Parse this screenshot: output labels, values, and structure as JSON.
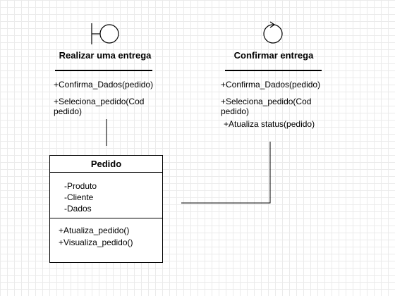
{
  "boundary": {
    "title": "Realizar uma entrega",
    "methods": [
      "+Confirma_Dados(pedido)",
      "+Seleciona_pedido(Cod pedido)"
    ]
  },
  "control": {
    "title": "Confirmar entrega",
    "methods": [
      "+Confirma_Dados(pedido)",
      "+Seleciona_pedido(Cod pedido)",
      "+Atualiza status(pedido)"
    ]
  },
  "pedido_class": {
    "name": "Pedido",
    "attributes": [
      "-Produto",
      "-Cliente",
      "-Dados"
    ],
    "operations": [
      "+Atualiza_pedido()",
      "+Visualiza_pedido()"
    ]
  },
  "icons": {
    "boundary": "boundary-icon",
    "control": "control-icon"
  }
}
